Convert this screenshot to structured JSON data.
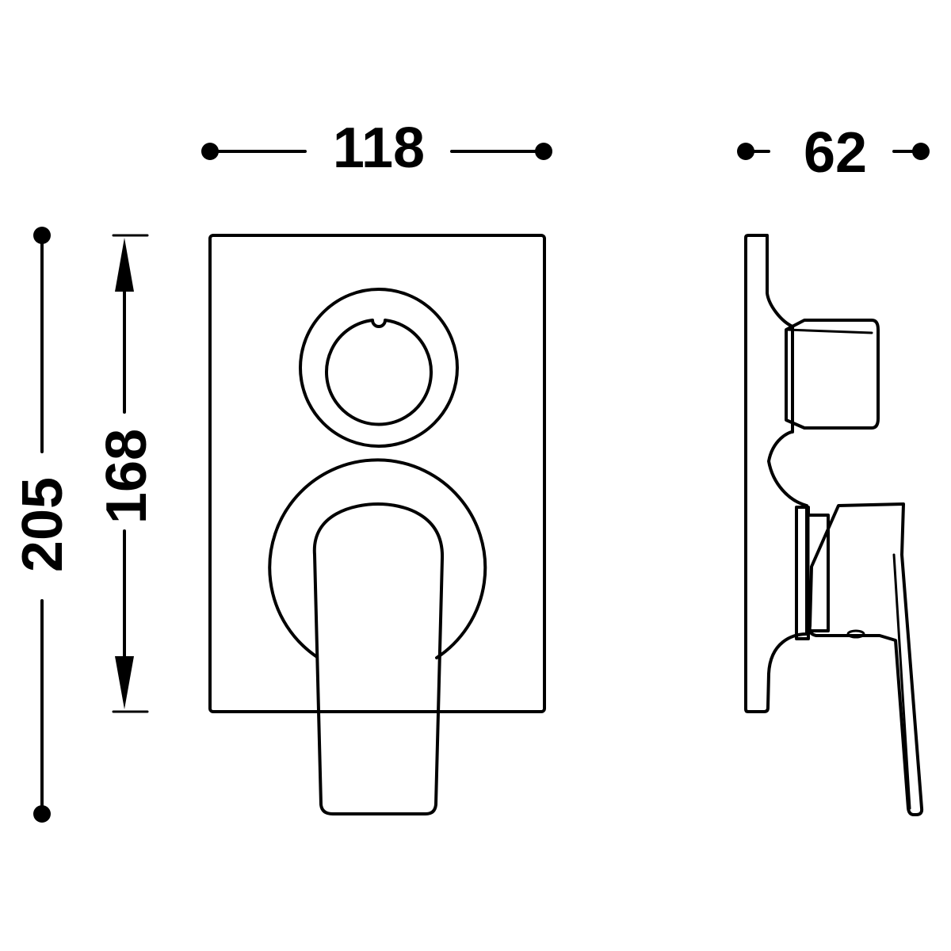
{
  "dimensions": {
    "width": "118",
    "depth": "62",
    "total_height": "205",
    "plate_height": "168"
  },
  "colors": {
    "line": "#000000",
    "background": "#ffffff"
  }
}
